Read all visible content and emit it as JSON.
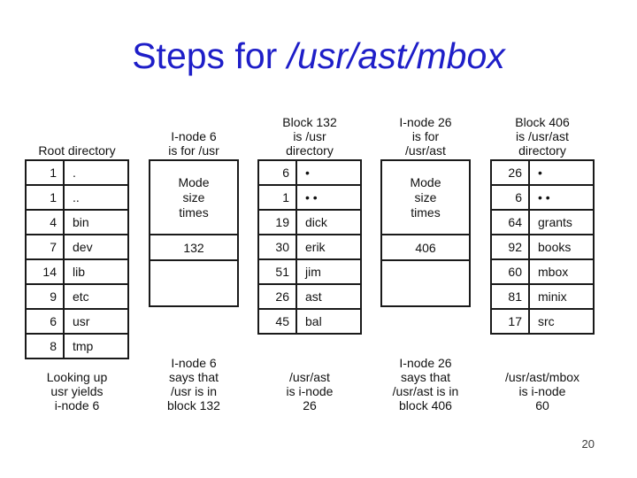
{
  "slide": {
    "title_prefix": "Steps for ",
    "title_path": "/usr/ast/mbox",
    "title_color": "#1e1ec8",
    "page_number": "20"
  },
  "diagram": {
    "columns": [
      {
        "id": "root-directory",
        "type": "table",
        "header_lines": [
          "Root directory"
        ],
        "rows": [
          [
            "1",
            "."
          ],
          [
            "1",
            ".."
          ],
          [
            "4",
            "bin"
          ],
          [
            "7",
            "dev"
          ],
          [
            "14",
            "lib"
          ],
          [
            "9",
            "etc"
          ],
          [
            "6",
            "usr"
          ],
          [
            "8",
            "tmp"
          ]
        ],
        "caption_lines": [
          "Looking up",
          "usr yields",
          "i-node 6"
        ]
      },
      {
        "id": "inode-6",
        "type": "inode",
        "header_lines": [
          "I-node 6",
          "is for /usr"
        ],
        "attr_lines": [
          "Mode",
          "size",
          "times"
        ],
        "block_value": "132",
        "caption_lines": [
          "I-node 6",
          "says that",
          "/usr is in",
          "block 132"
        ]
      },
      {
        "id": "block-132",
        "type": "table",
        "header_lines": [
          "Block 132",
          "is /usr",
          "directory"
        ],
        "rows": [
          [
            "6",
            "•"
          ],
          [
            "1",
            "• •"
          ],
          [
            "19",
            "dick"
          ],
          [
            "30",
            "erik"
          ],
          [
            "51",
            "jim"
          ],
          [
            "26",
            "ast"
          ],
          [
            "45",
            "bal"
          ]
        ],
        "caption_lines": [
          "/usr/ast",
          "is i-node",
          "26"
        ]
      },
      {
        "id": "inode-26",
        "type": "inode",
        "header_lines": [
          "I-node 26",
          "is for",
          "/usr/ast"
        ],
        "attr_lines": [
          "Mode",
          "size",
          "times"
        ],
        "block_value": "406",
        "caption_lines": [
          "I-node 26",
          "says that",
          "/usr/ast is in",
          "block 406"
        ]
      },
      {
        "id": "block-406",
        "type": "table",
        "header_lines": [
          "Block 406",
          "is /usr/ast",
          "directory"
        ],
        "rows": [
          [
            "26",
            "•"
          ],
          [
            "6",
            "• •"
          ],
          [
            "64",
            "grants"
          ],
          [
            "92",
            "books"
          ],
          [
            "60",
            "mbox"
          ],
          [
            "81",
            "minix"
          ],
          [
            "17",
            "src"
          ]
        ],
        "caption_lines": [
          "/usr/ast/mbox",
          "is i-node",
          "60"
        ]
      }
    ]
  }
}
